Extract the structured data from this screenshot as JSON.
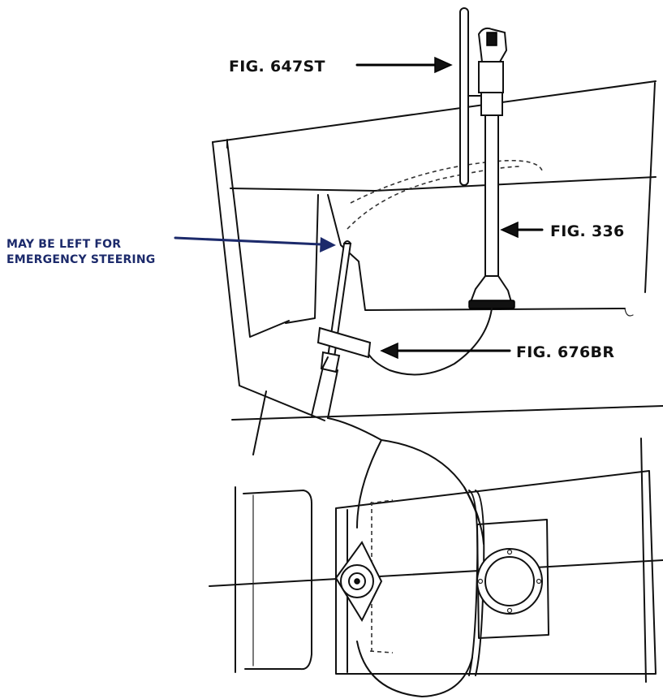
{
  "labels": {
    "fig_647st": "FIG. 647ST",
    "fig_336": "FIG. 336",
    "fig_676br": "FIG. 676BR",
    "emergency_line1": "MAY BE LEFT FOR",
    "emergency_line2": "EMERGENCY STEERING"
  },
  "colors": {
    "line_ink": "#111111",
    "fig_label": "#111111",
    "note_label": "#1c2a6b"
  }
}
